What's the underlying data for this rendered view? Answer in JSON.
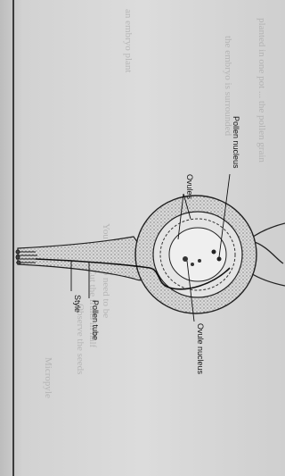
{
  "diagram": {
    "labels": {
      "ovules": "Ovules",
      "pollen_nucleus": "Pollen nucleus",
      "ovule_nucleus": "Ovule nucleus",
      "style": "Style",
      "pollen_tube": "Pollen tube"
    }
  },
  "bleed_text": [
    "planted in one pot ... the pollen grain",
    "the embryo is surrounded",
    "You will also need to be",
    "Cut the fruits in half",
    "Observe the seeds",
    "Micropyle",
    "an embryo plant"
  ]
}
